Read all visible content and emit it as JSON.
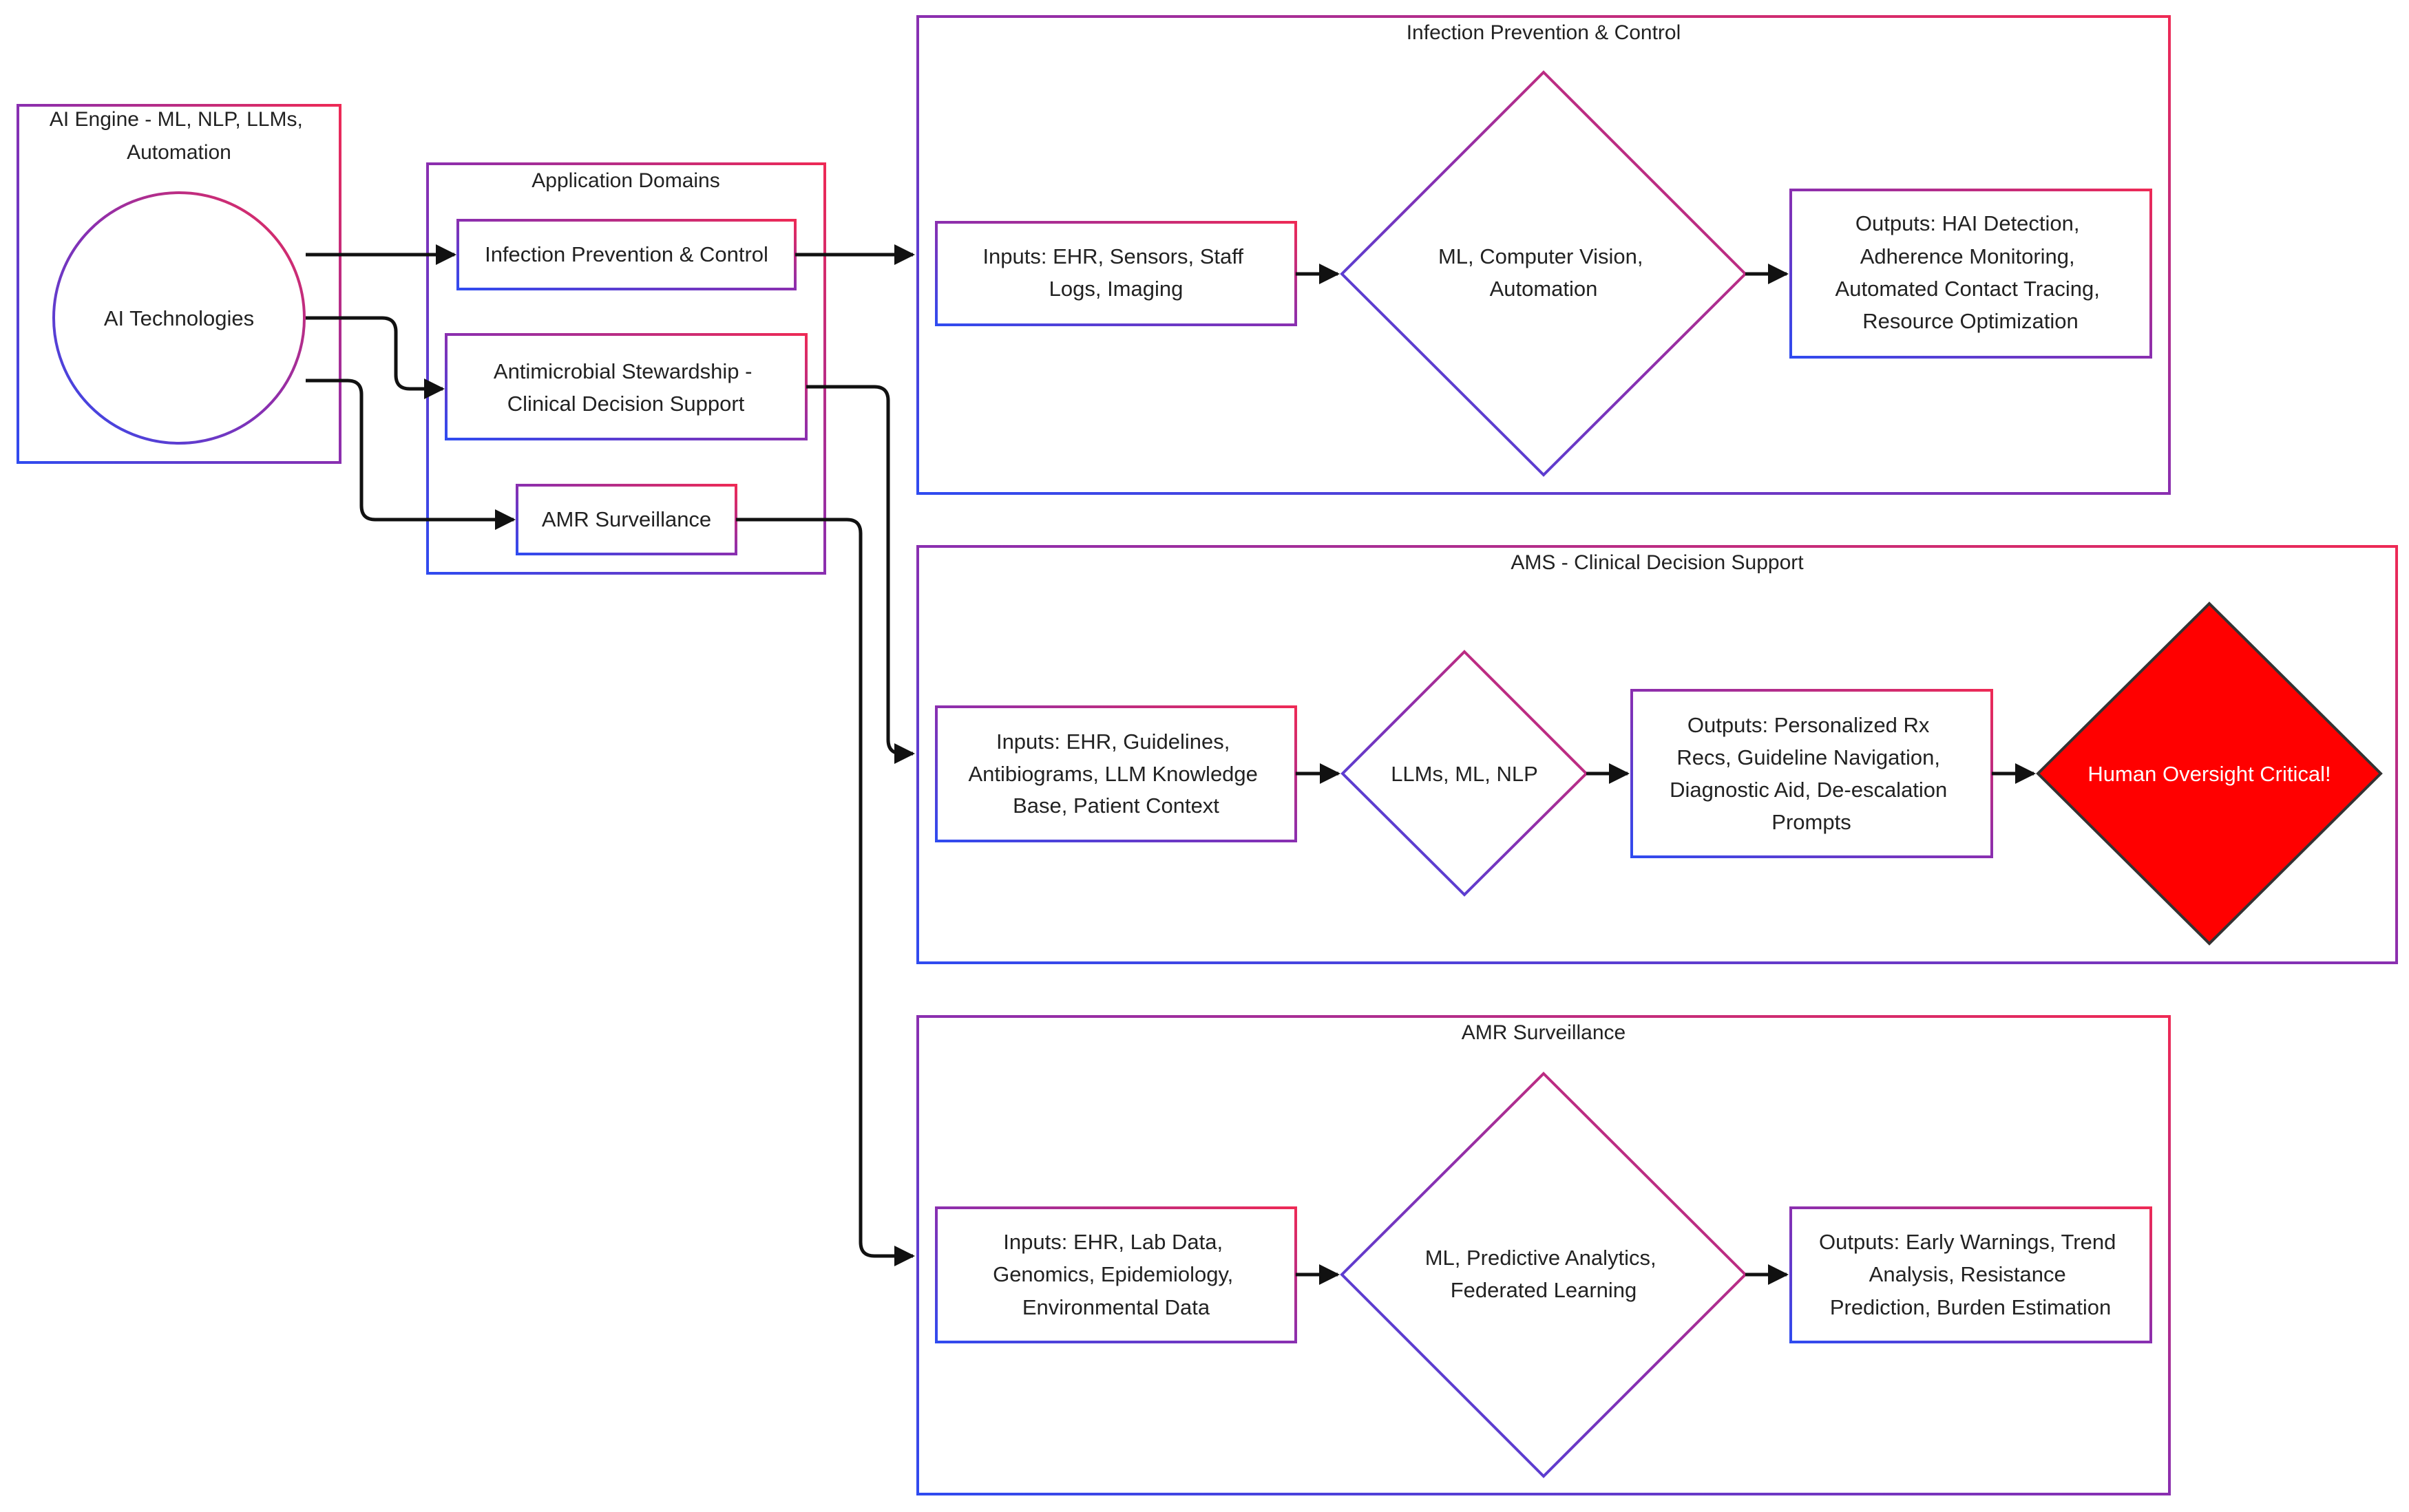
{
  "ai_engine": {
    "title_lines": [
      "AI Engine - ML, NLP, LLMs,",
      "Automation"
    ],
    "node": "AI Technologies"
  },
  "application_domains": {
    "title": "Application Domains",
    "items": [
      {
        "lines": [
          "Infection Prevention & Control"
        ]
      },
      {
        "lines": [
          "Antimicrobial Stewardship -",
          "Clinical Decision Support"
        ]
      },
      {
        "lines": [
          "AMR Surveillance"
        ]
      }
    ]
  },
  "ipc": {
    "title": "Infection Prevention & Control",
    "inputs": [
      "Inputs: EHR, Sensors, Staff",
      "Logs, Imaging"
    ],
    "methods": [
      "ML, Computer Vision,",
      "Automation"
    ],
    "outputs": [
      "Outputs: HAI Detection,",
      "Adherence Monitoring,",
      "Automated Contact Tracing,",
      "Resource Optimization"
    ]
  },
  "ams": {
    "title": "AMS - Clinical Decision Support",
    "inputs": [
      "Inputs: EHR, Guidelines,",
      "Antibiograms, LLM Knowledge",
      "Base, Patient Context"
    ],
    "methods": [
      "LLMs, ML, NLP"
    ],
    "outputs": [
      "Outputs: Personalized Rx",
      "Recs, Guideline Navigation,",
      "Diagnostic Aid, De-escalation",
      "Prompts"
    ],
    "warning": "Human Oversight Critical!"
  },
  "amr": {
    "title": "AMR Surveillance",
    "inputs": [
      "Inputs: EHR, Lab Data,",
      "Genomics, Epidemiology,",
      "Environmental Data"
    ],
    "methods": [
      "ML, Predictive Analytics,",
      "Federated Learning"
    ],
    "outputs": [
      "Outputs: Early Warnings, Trend",
      "Analysis, Resistance",
      "Prediction, Burden Estimation"
    ]
  },
  "colors": {
    "gradient_start": "#2f4bf0",
    "gradient_mid": "#8a2fb0",
    "gradient_end": "#ee2a55",
    "critical_fill": "#ff0000",
    "arrow": "#111111"
  }
}
